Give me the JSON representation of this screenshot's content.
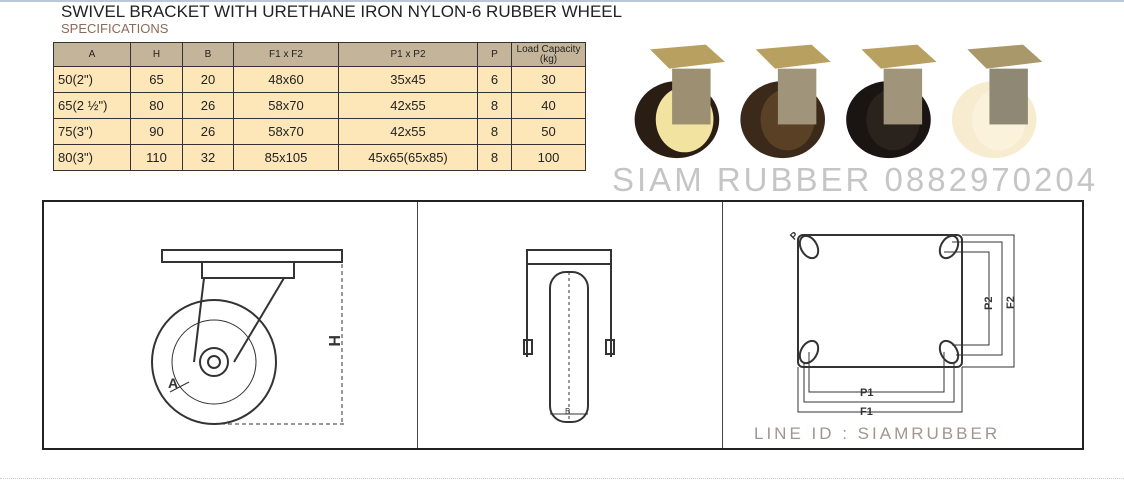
{
  "title": "SWIVEL BRACKET WITH URETHANE IRON NYLON-6 RUBBER WHEEL",
  "subtitle": "SPECIFICATIONS",
  "table": {
    "headers": [
      "A",
      "H",
      "B",
      "F1 x F2",
      "P1 x P2",
      "P",
      "Load Capacity (kg)"
    ],
    "rows": [
      [
        "50(2\")",
        "65",
        "20",
        "48x60",
        "35x45",
        "6",
        "30"
      ],
      [
        "65(2 ½\")",
        "80",
        "26",
        "58x70",
        "42x55",
        "8",
        "40"
      ],
      [
        "75(3\")",
        "90",
        "26",
        "58x70",
        "42x55",
        "8",
        "50"
      ],
      [
        "80(3\")",
        "110",
        "32",
        "85x105",
        "45x65(65x85)",
        "8",
        "100"
      ]
    ]
  },
  "watermark": "SIAM RUBBER 0882970204",
  "drawing_labels": {
    "a": "A",
    "h": "H",
    "b": "B",
    "p": "P",
    "p1": "P1",
    "p2": "P2",
    "f1": "F1",
    "f2": "F2"
  },
  "line_id": "LINE ID : SIAMRUBBER"
}
